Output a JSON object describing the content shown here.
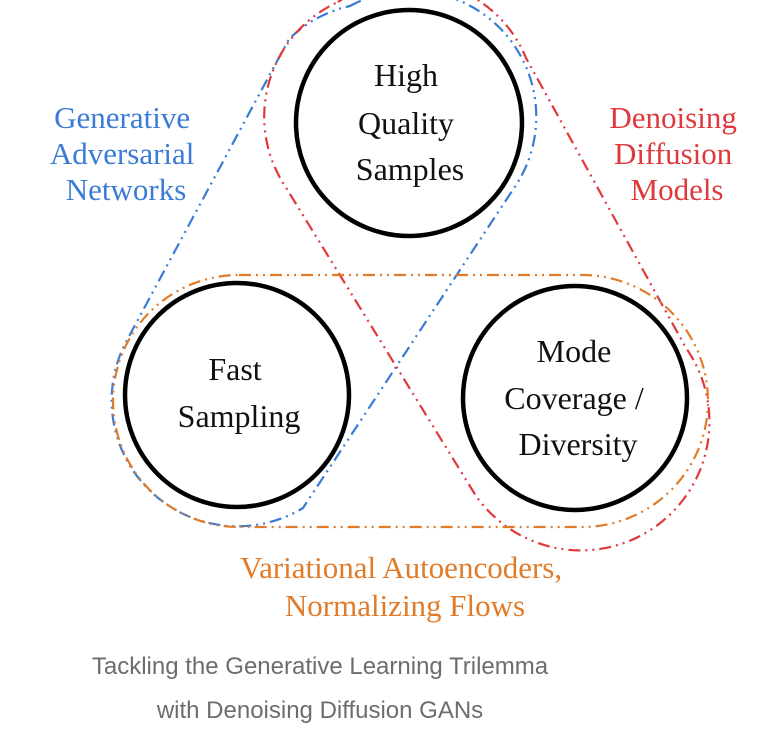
{
  "diagram": {
    "nodes": {
      "high_quality": {
        "lines": [
          "High",
          "Quality",
          "Samples"
        ]
      },
      "fast_sampling": {
        "lines": [
          "Fast",
          "Sampling"
        ]
      },
      "mode_coverage": {
        "lines": [
          "Mode",
          "Coverage /",
          "Diversity"
        ]
      }
    },
    "families": {
      "gan": {
        "lines": [
          "Generative",
          "Adversarial",
          "Networks"
        ],
        "color": "#3a7bd5"
      },
      "diffusion": {
        "lines": [
          "Denoising",
          "Diffusion",
          "Models"
        ],
        "color": "#e0383b"
      },
      "vae": {
        "lines": [
          "Variational Autoencoders,",
          "Normalizing Flows"
        ],
        "color": "#e07b2a"
      }
    }
  },
  "caption": {
    "line1": "Tackling the Generative Learning Trilemma",
    "line2": "with Denoising Diffusion GANs"
  }
}
